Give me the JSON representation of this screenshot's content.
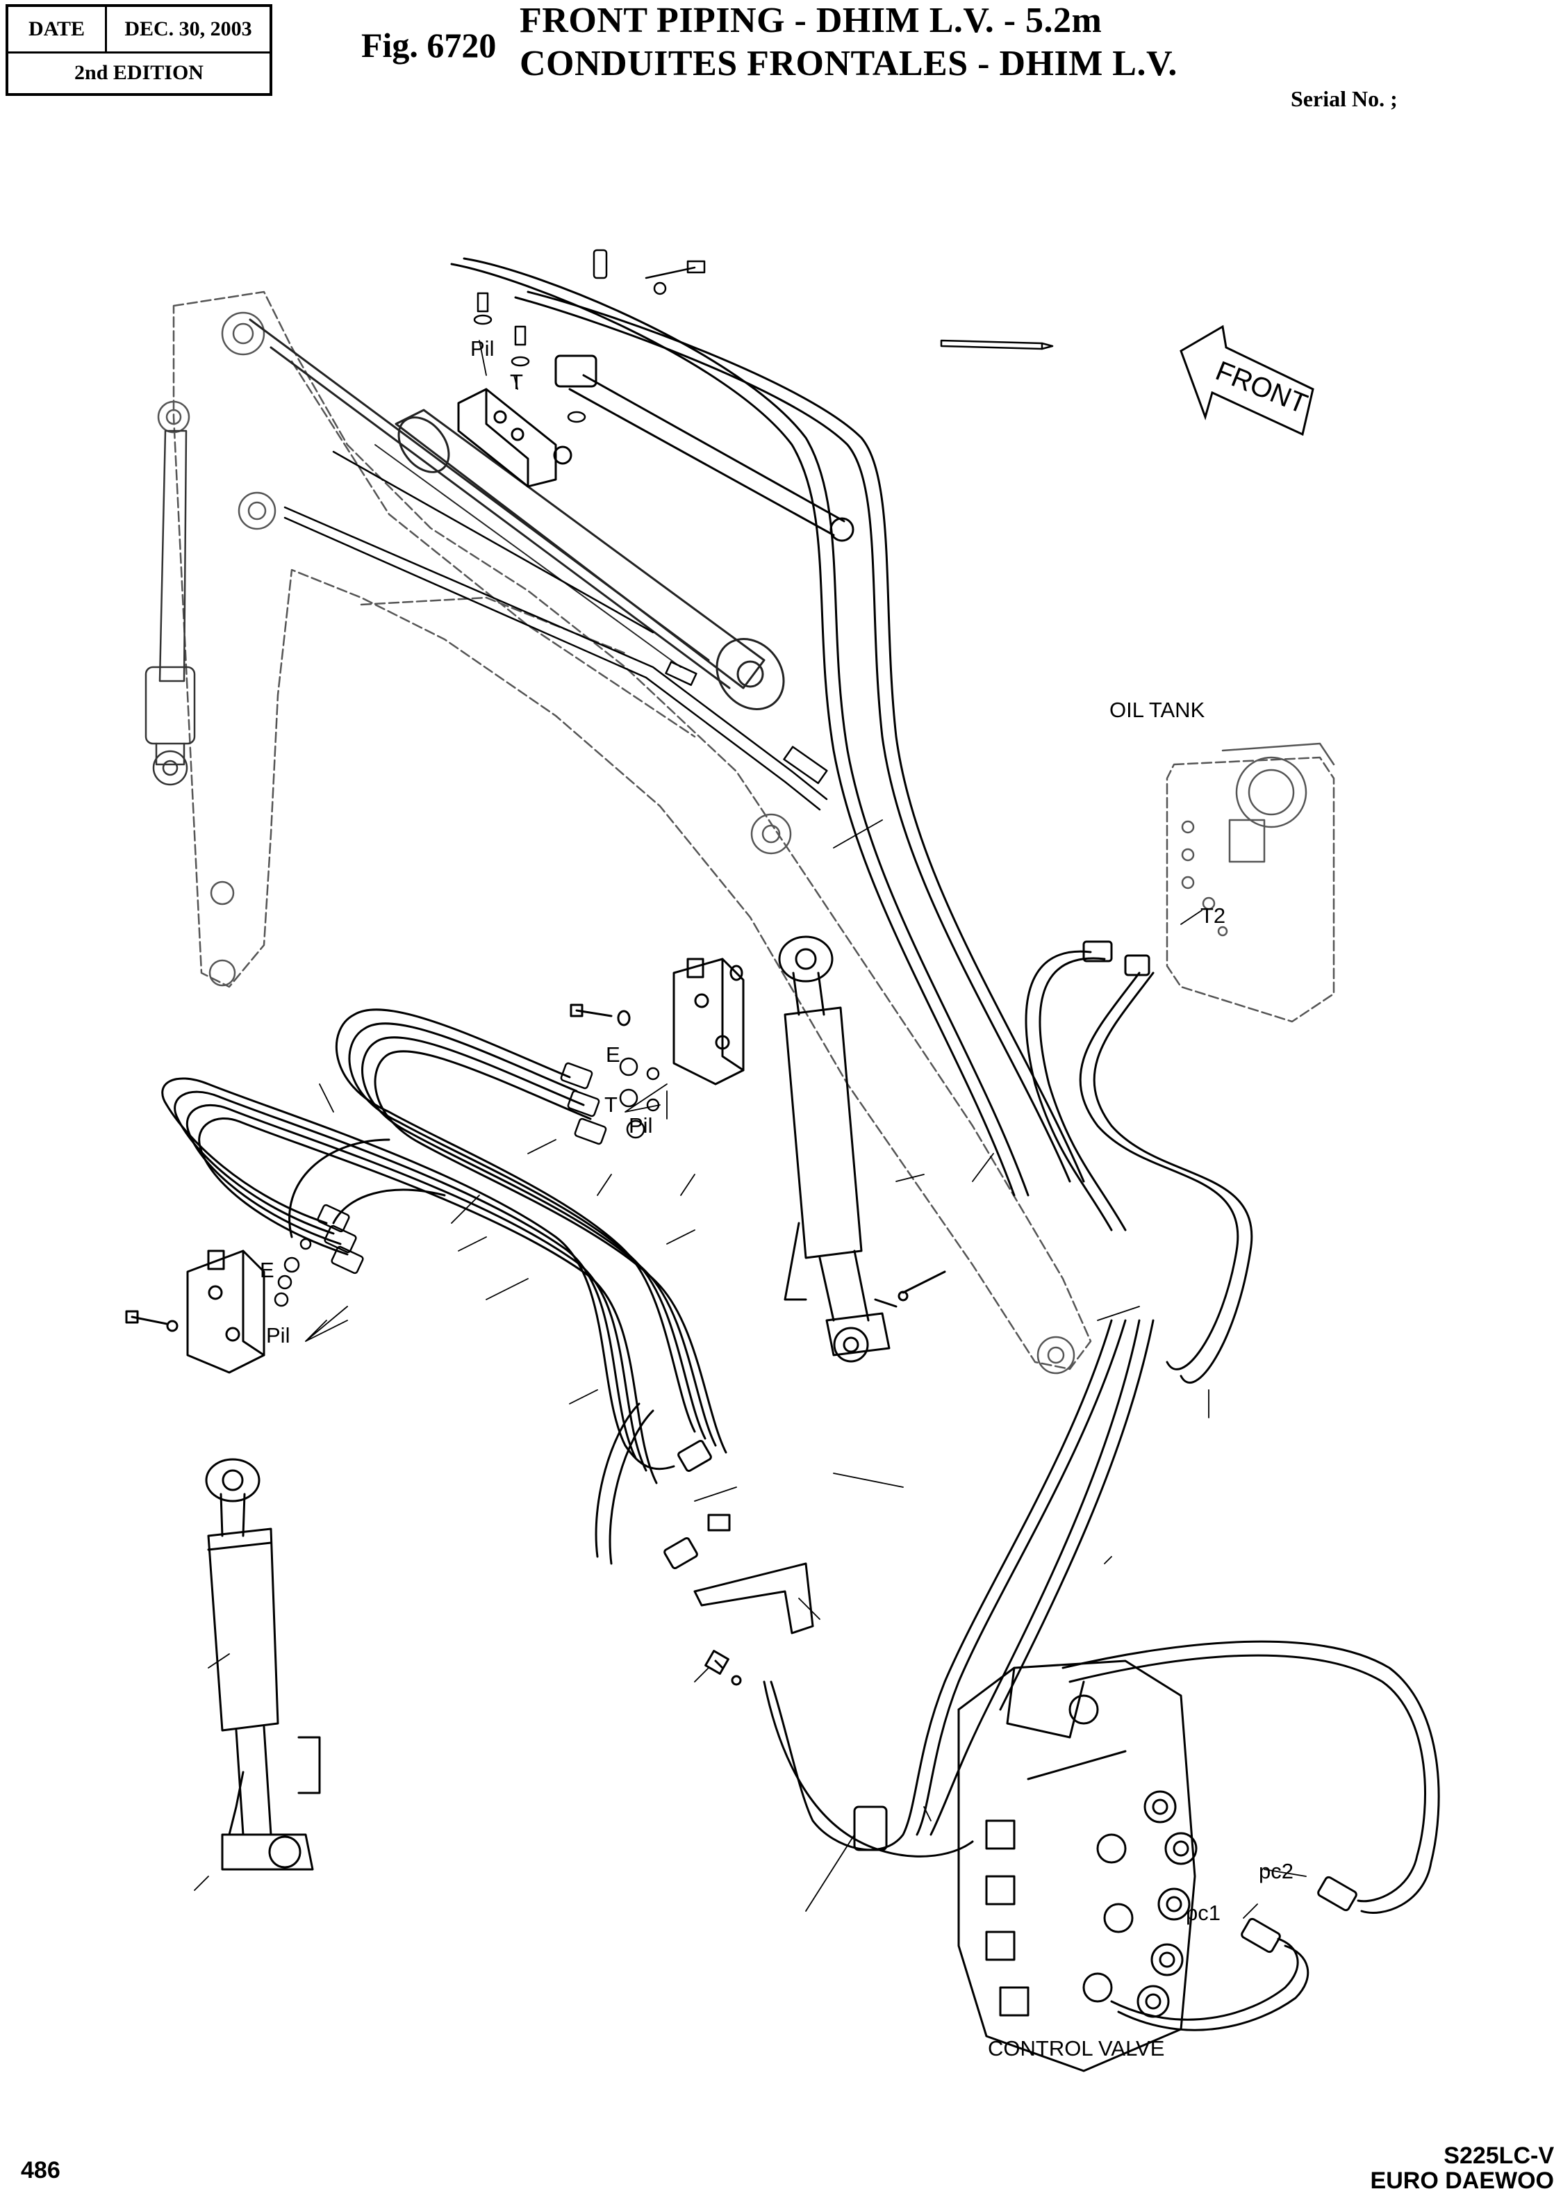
{
  "header": {
    "date_label": "DATE",
    "date_value": "DEC. 30, 2003",
    "edition": "2nd EDITION",
    "fig_number": "Fig. 6720",
    "title_line1": "FRONT PIPING - DHIM L.V. - 5.2m",
    "title_line2": "CONDUITES FRONTALES - DHIM L.V.",
    "serial": "Serial No. ;"
  },
  "diagram": {
    "front_arrow_label": "FRONT",
    "labels": {
      "oil_tank": "OIL TANK",
      "control_valve": "CONTROL VALVE",
      "pil_top": "Pil",
      "t_top": "T",
      "e_mid": "E",
      "t_mid": "T",
      "pil_mid": "Pil",
      "e_left": "E",
      "pil_left": "Pil",
      "t2": "T2",
      "pc1": "pc1",
      "pc2": "pc2"
    }
  },
  "footer": {
    "page_number": "486",
    "model_line1": "S225LC-V",
    "model_line2": "EURO DAEWOO"
  }
}
